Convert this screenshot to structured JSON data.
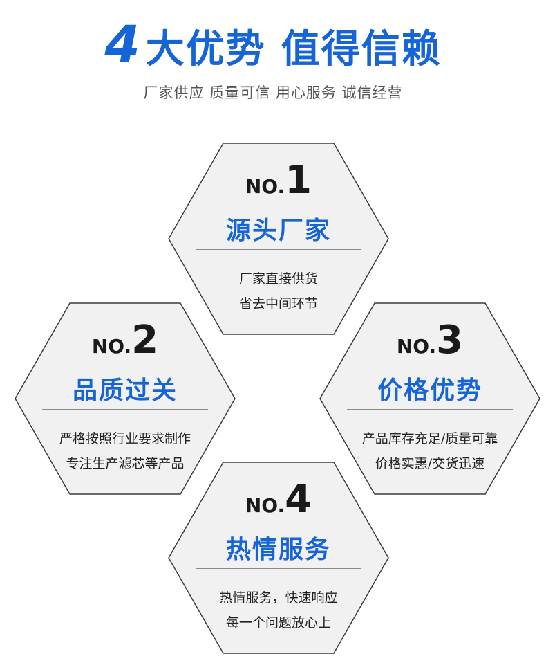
{
  "header": {
    "title_number": "4",
    "title_part1": "大优势",
    "title_part2": "值得信赖",
    "subtitle": "厂家供应 质量可信 用心服务 诚信经营"
  },
  "colors": {
    "accent": "#1565d8",
    "hex_fill": "#f1f1f1",
    "hex_stroke": "#3a3a3a"
  },
  "advantages": [
    {
      "prefix": "NO.",
      "number": "1",
      "name": "源头厂家",
      "line1": "厂家直接供货",
      "line2": "省去中间环节"
    },
    {
      "prefix": "NO.",
      "number": "2",
      "name": "品质过关",
      "line1": "严格按照行业要求制作",
      "line2": "专注生产滤芯等产品"
    },
    {
      "prefix": "NO.",
      "number": "3",
      "name": "价格优势",
      "line1": "产品库存充足/质量可靠",
      "line2": "价格实惠/交货迅速"
    },
    {
      "prefix": "NO.",
      "number": "4",
      "name": "热情服务",
      "line1": "热情服务，快速响应",
      "line2": "每一个问题放心上"
    }
  ]
}
